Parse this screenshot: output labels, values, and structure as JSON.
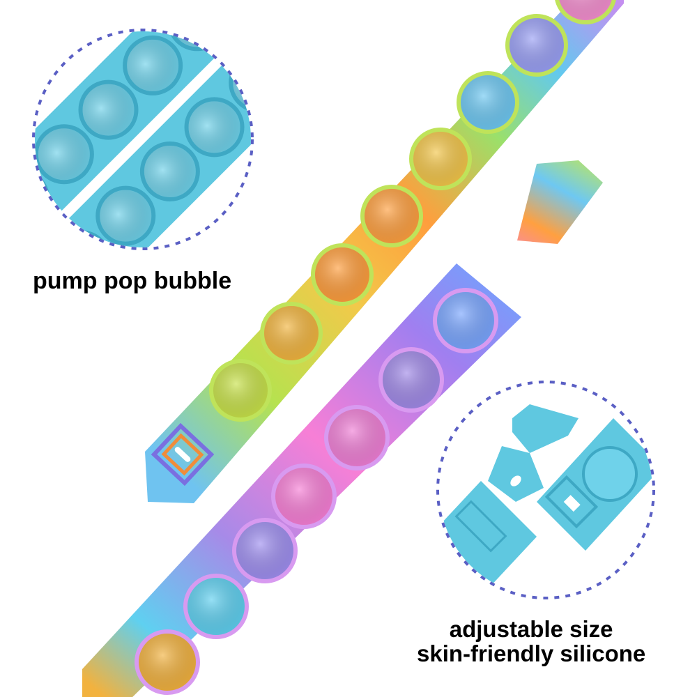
{
  "captions": {
    "feature_1": "pump pop bubble",
    "feature_2_line_1": "adjustable size",
    "feature_2_line_2": "skin-friendly silicone"
  },
  "colors": {
    "zoom_circle_border": "#5a5fc4",
    "detail_blue": "#5fc8e0",
    "rainbow": [
      "#f57fd8",
      "#b07fe8",
      "#6ea8ff",
      "#5fd0f0",
      "#9fe06a",
      "#e8d84a",
      "#ffa040"
    ]
  },
  "icons": {
    "zoom_top": "magnified-bubble-detail-icon",
    "zoom_bottom": "magnified-clasp-detail-icon"
  }
}
